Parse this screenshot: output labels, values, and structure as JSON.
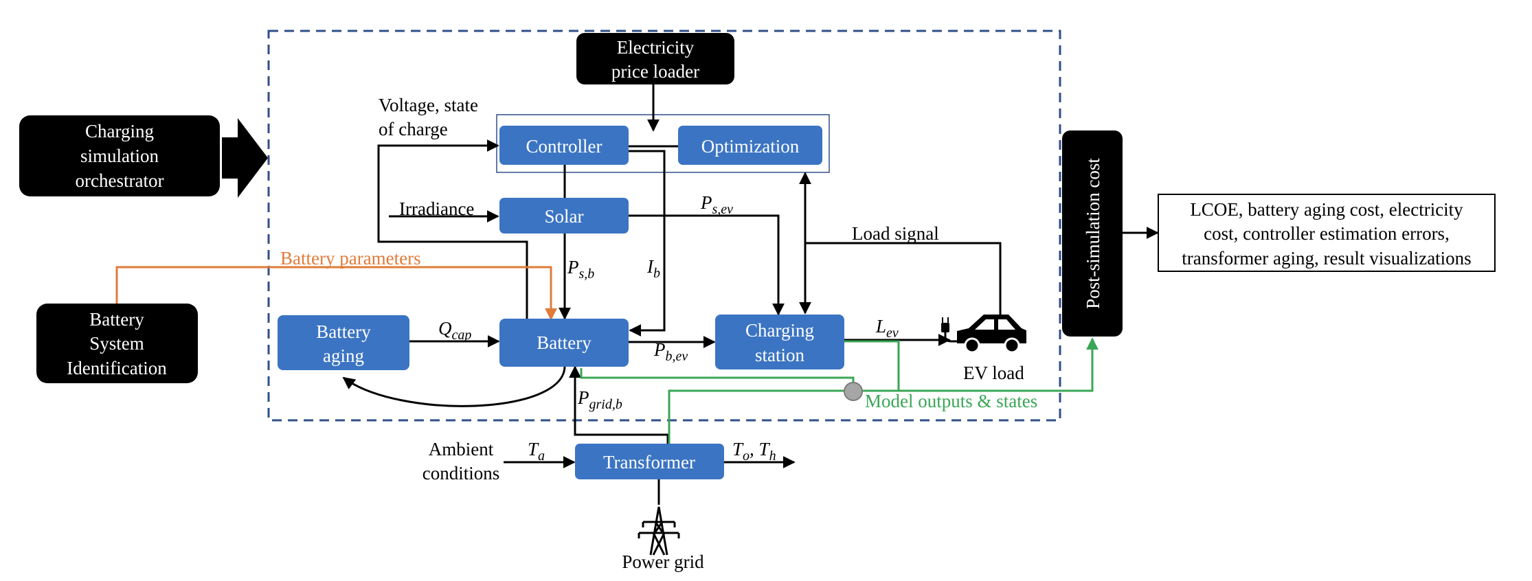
{
  "colors": {
    "block_blue": "#3b74c2",
    "black_box": "#000000",
    "dashed_border": "#2f4f8a",
    "orange": "#e07b39",
    "green": "#3aa655"
  },
  "blocks": {
    "electricity_price_loader": [
      "Electricity",
      "price loader"
    ],
    "charging_simulation_orchestrator": [
      "Charging",
      "simulation",
      "orchestrator"
    ],
    "battery_system_identification": [
      "Battery",
      "System",
      "Identification"
    ],
    "post_simulation_cost": "Post-simulation cost",
    "controller": "Controller",
    "optimization": "Optimization",
    "solar": "Solar",
    "battery": "Battery",
    "battery_aging": [
      "Battery",
      "aging"
    ],
    "charging_station": [
      "Charging",
      "station"
    ],
    "transformer": "Transformer"
  },
  "labels": {
    "voltage_soc": [
      "Voltage, state",
      "of charge"
    ],
    "irradiance": "Irradiance",
    "battery_parameters": "Battery parameters",
    "load_signal": "Load signal",
    "ev_load": "EV load",
    "model_outputs_states": "Model outputs & states",
    "ambient_conditions": [
      "Ambient",
      "conditions"
    ],
    "power_grid": "Power grid"
  },
  "outputs": [
    "LCOE, battery aging cost, electricity",
    "cost, controller estimation errors,",
    "transformer aging, result visualizations"
  ],
  "symbols": {
    "P_s_ev": {
      "base": "P",
      "sub": "s,ev"
    },
    "P_s_b": {
      "base": "P",
      "sub": "s,b"
    },
    "I_b": {
      "base": "I",
      "sub": "b"
    },
    "Q_cap": {
      "base": "Q",
      "sub": "cap"
    },
    "P_b_ev": {
      "base": "P",
      "sub": "b,ev"
    },
    "L_ev": {
      "base": "L",
      "sub": "ev"
    },
    "P_grid_b": {
      "base": "P",
      "sub": "grid,b"
    },
    "T_a": {
      "base": "T",
      "sub": "a"
    },
    "T_o": {
      "base": "T",
      "sub": "o"
    },
    "sep": ", ",
    "T_h": {
      "base": "T",
      "sub": "h"
    }
  }
}
